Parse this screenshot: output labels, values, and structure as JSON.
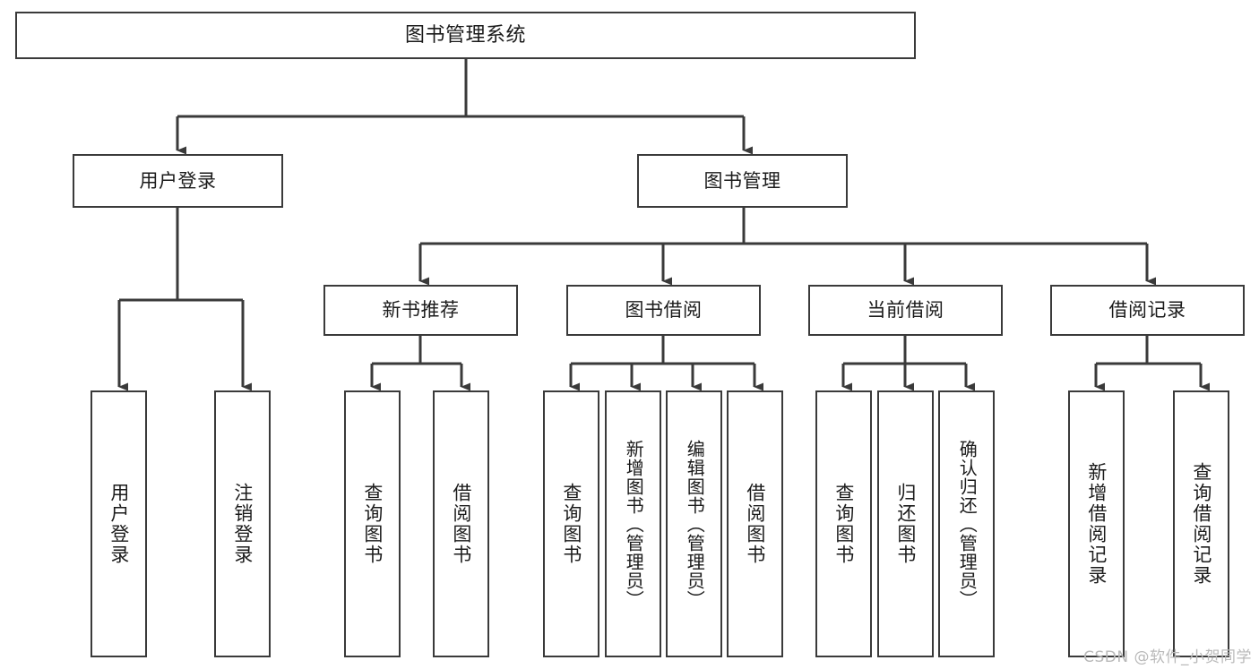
{
  "diagram": {
    "title": "图书管理系统",
    "type": "tree-hierarchy-chart",
    "watermark": "CSDN @软件_小贺同学",
    "colors": {
      "border": "#3a3a3a",
      "fill": "#ffffff",
      "connector": "#3a3a3a",
      "text": "#1b1b1b",
      "watermark": "#b9b9b9",
      "background": "#ffffff"
    },
    "levels": {
      "root": {
        "label": "图书管理系统"
      },
      "level2": [
        {
          "id": "user-login",
          "label": "用户登录"
        },
        {
          "id": "book-management",
          "label": "图书管理"
        }
      ],
      "level3": [
        {
          "id": "new-book-recommend",
          "label": "新书推荐",
          "parent": "book-management"
        },
        {
          "id": "book-borrow",
          "label": "图书借阅",
          "parent": "book-management"
        },
        {
          "id": "current-borrow",
          "label": "当前借阅",
          "parent": "book-management"
        },
        {
          "id": "borrow-record",
          "label": "借阅记录",
          "parent": "book-management"
        }
      ],
      "leaves": [
        {
          "id": "leaf-user-login",
          "label": "用户登录",
          "parent": "user-login"
        },
        {
          "id": "leaf-logout-login",
          "label": "注销登录",
          "parent": "user-login"
        },
        {
          "id": "leaf-query-book-1",
          "label": "查询图书",
          "parent": "new-book-recommend"
        },
        {
          "id": "leaf-borrow-book-1",
          "label": "借阅图书",
          "parent": "new-book-recommend"
        },
        {
          "id": "leaf-query-book-2",
          "label": "查询图书",
          "parent": "book-borrow"
        },
        {
          "id": "leaf-add-book",
          "label": "新增图书（管理员）",
          "parent": "book-borrow"
        },
        {
          "id": "leaf-edit-book",
          "label": "编辑图书（管理员）",
          "parent": "book-borrow"
        },
        {
          "id": "leaf-borrow-book-2",
          "label": "借阅图书",
          "parent": "book-borrow"
        },
        {
          "id": "leaf-query-book-3",
          "label": "查询图书",
          "parent": "current-borrow"
        },
        {
          "id": "leaf-return-book",
          "label": "归还图书",
          "parent": "current-borrow"
        },
        {
          "id": "leaf-confirm-return",
          "label": "确认归还（管理员）",
          "parent": "current-borrow"
        },
        {
          "id": "leaf-add-record",
          "label": "新增借阅记录",
          "parent": "borrow-record"
        },
        {
          "id": "leaf-query-record",
          "label": "查询借阅记录",
          "parent": "borrow-record"
        }
      ]
    }
  }
}
